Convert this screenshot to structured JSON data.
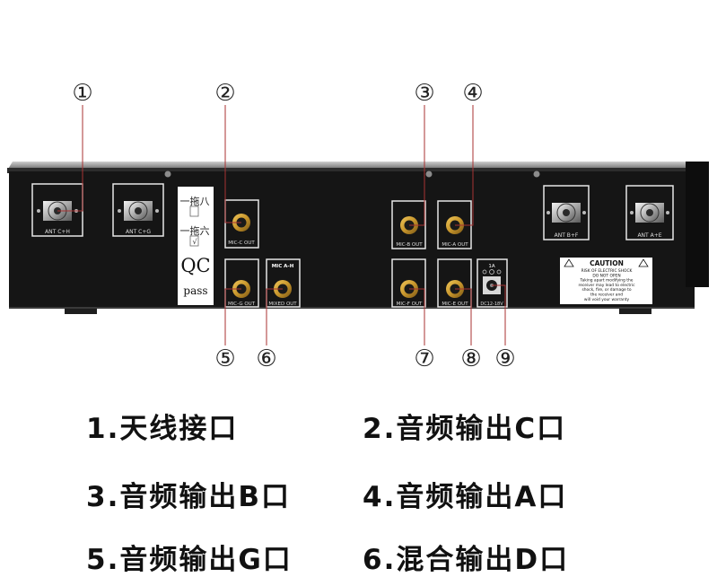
{
  "callouts": [
    {
      "num": "①"
    },
    {
      "num": "②"
    },
    {
      "num": "③"
    },
    {
      "num": "④"
    },
    {
      "num": "⑤"
    },
    {
      "num": "⑥"
    },
    {
      "num": "⑦"
    },
    {
      "num": "⑧"
    },
    {
      "num": "⑨"
    }
  ],
  "panel_labels": {
    "ant_cplus_h": "ANT C+H",
    "ant_cplus_g": "ANT C+G",
    "mic_c_out": "MIC-C OUT",
    "mic_g_out": "MIC-G OUT",
    "mixed_title": "MIC A-H",
    "mixed_out": "MIXED OUT",
    "mic_b_out": "MIC-B OUT",
    "mic_a_out": "MIC-A OUT",
    "mic_f_out": "MIC-F OUT",
    "mic_e_out": "MIC-E OUT",
    "dc_current": "1A",
    "dc_voltage": "DC12-18V",
    "ant_bplus_f": "ANT B+F",
    "ant_aplus_e": "ANT A+E"
  },
  "sticker": {
    "line1": "一拖八",
    "line2": "一拖六",
    "check": "√",
    "qc": "QC",
    "pass": "pass"
  },
  "caution": {
    "title": "CAUTION",
    "lines": [
      "RISK OF ELECTRIC SHOCK",
      "DO NOT OPEN",
      "Taking apart modifying the",
      "receiver may lead to electric",
      "shock, fire, or damage to",
      "the receiver and",
      "will void your warranty"
    ]
  },
  "legend": [
    {
      "text": "1.天线接口"
    },
    {
      "text": "2.音频输出C口"
    },
    {
      "text": "3.音频输出B口"
    },
    {
      "text": "4.音频输出A口"
    },
    {
      "text": "5.音频输出G口"
    },
    {
      "text": "6.混合输出D口"
    }
  ],
  "colors": {
    "leader_line": "#a83232",
    "panel": "#151515",
    "chassis_edge": "#6e6e6e",
    "jack_gold": "#c8962c"
  }
}
